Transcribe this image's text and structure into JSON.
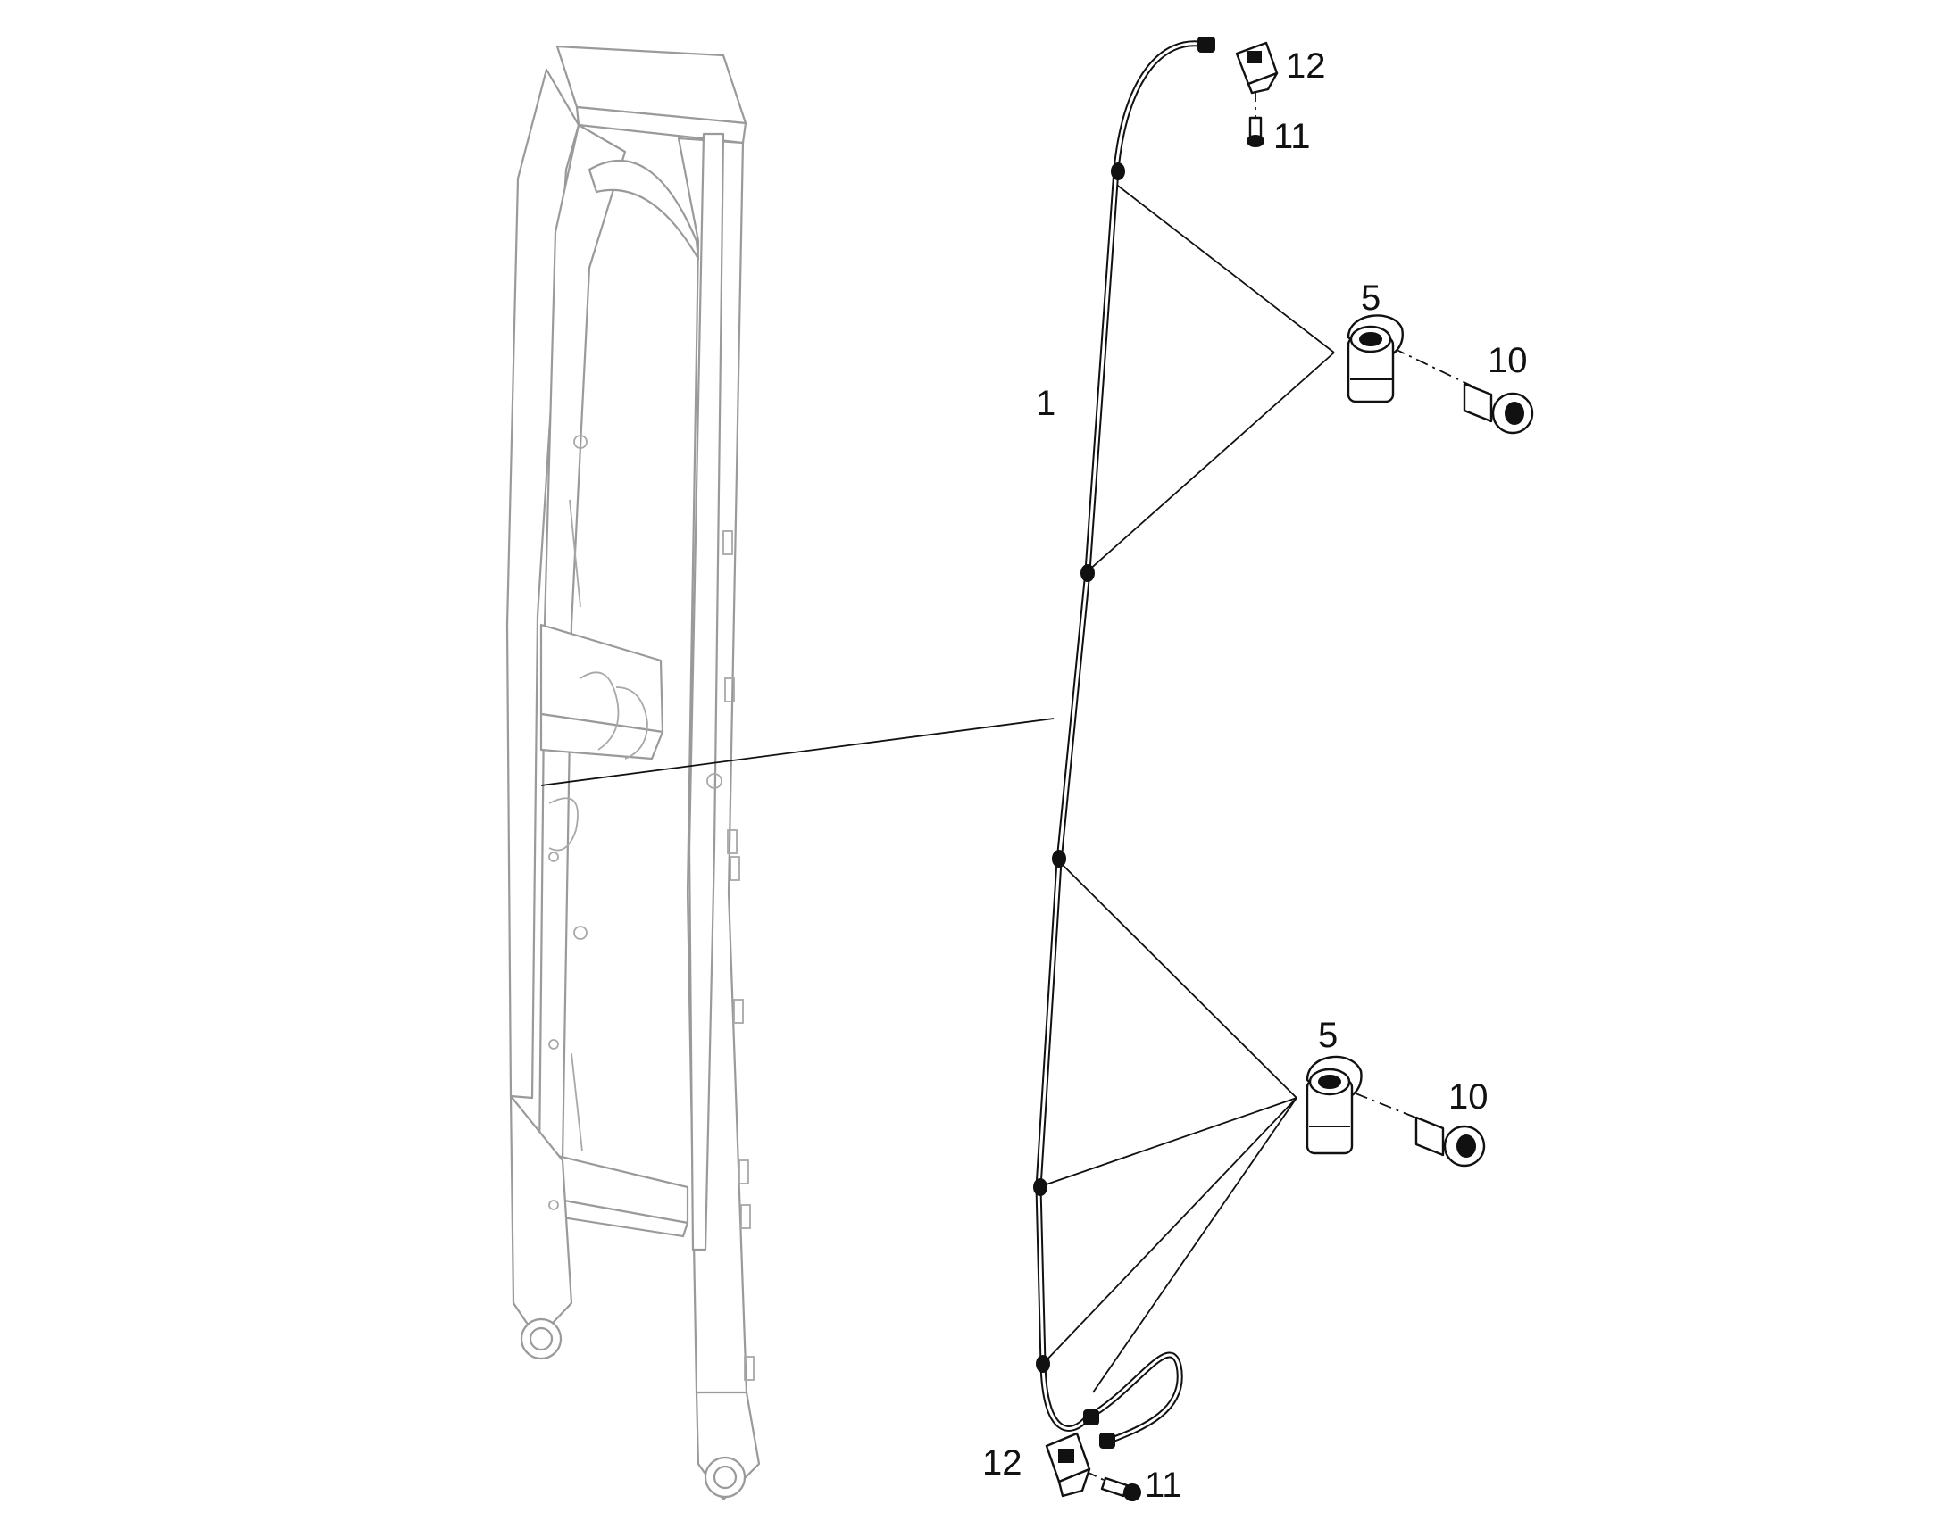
{
  "diagram": {
    "callouts": {
      "hose_assembly": "1",
      "clamp_upper": "5",
      "clamp_lower": "5",
      "screw_upper": "10",
      "screw_lower": "10",
      "screw_small_top": "11",
      "screw_small_bottom": "11",
      "bracket_top": "12",
      "bracket_bottom": "12"
    }
  }
}
